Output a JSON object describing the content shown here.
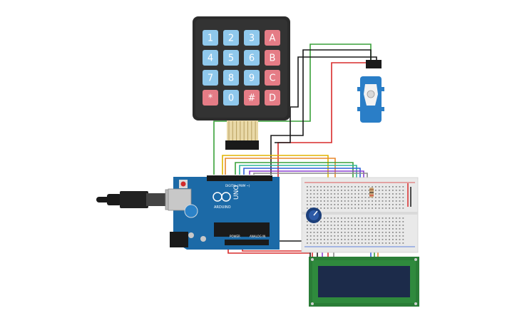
{
  "keypad": {
    "keys": [
      [
        "1",
        "2",
        "3",
        "A"
      ],
      [
        "4",
        "5",
        "6",
        "B"
      ],
      [
        "7",
        "8",
        "9",
        "C"
      ],
      [
        "*",
        "0",
        "#",
        "D"
      ]
    ],
    "colors": {
      "digit": "#8fc8ec",
      "letter": "#e57c86",
      "body": "#2b2b2b"
    }
  },
  "arduino": {
    "model_label": "UNO",
    "brand_label": "ARDUINO",
    "digital_label": "DIGITAL (PWM ~)",
    "power_label": "POWER",
    "analog_label": "ANALOG IN",
    "color": "#1c6aa7"
  },
  "wires": {
    "colors": {
      "red": "#d92b2b",
      "black": "#1a1a1a",
      "green": "#3aa13a",
      "yellow": "#e0b400",
      "orange": "#e8872c",
      "blue": "#2f61d9",
      "purple": "#8a3fd0",
      "gray": "#8a8a8a",
      "teal": "#2fb59a"
    }
  },
  "lcd": {
    "bezel": "#2a7d37",
    "screen": "#1c2b4a"
  },
  "servo": {
    "color": "#2a7ec7"
  }
}
